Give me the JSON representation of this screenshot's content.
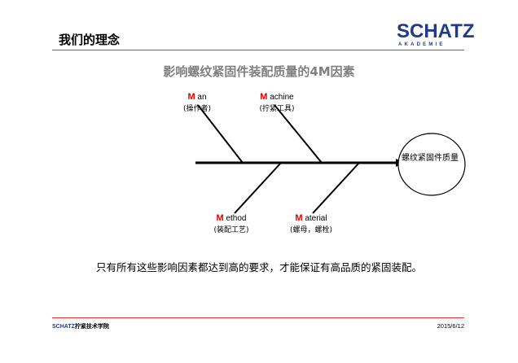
{
  "header": {
    "title": "我们的理念",
    "logo_main": "SCHATZ",
    "logo_sub": "AKADEMIE"
  },
  "diagram": {
    "title": "影响螺纹紧固件装配质量的4M因素",
    "effect": "螺纹紧固件质量",
    "categories": [
      {
        "id": "man",
        "initial": "M",
        "rest": "an",
        "sub": "(操作者)"
      },
      {
        "id": "machine",
        "initial": "M",
        "rest": "achine",
        "sub": "(拧紧工具)"
      },
      {
        "id": "method",
        "initial": "M",
        "rest": "ethod",
        "sub": "(装配工艺)"
      },
      {
        "id": "material",
        "initial": "M",
        "rest": "aterial",
        "sub": "(螺母，螺栓)"
      }
    ]
  },
  "summary": "只有所有这些影响因素都达到高的要求，才能保证有高品质的紧固装配。",
  "footer": {
    "brand_name": "SCHATZ",
    "brand_suffix": "拧紧技术学院",
    "date": "2015/6/12"
  },
  "colors": {
    "accent_red": "#e00000",
    "brand_blue": "#1f3b8a",
    "header_line": "#d83a3a"
  }
}
